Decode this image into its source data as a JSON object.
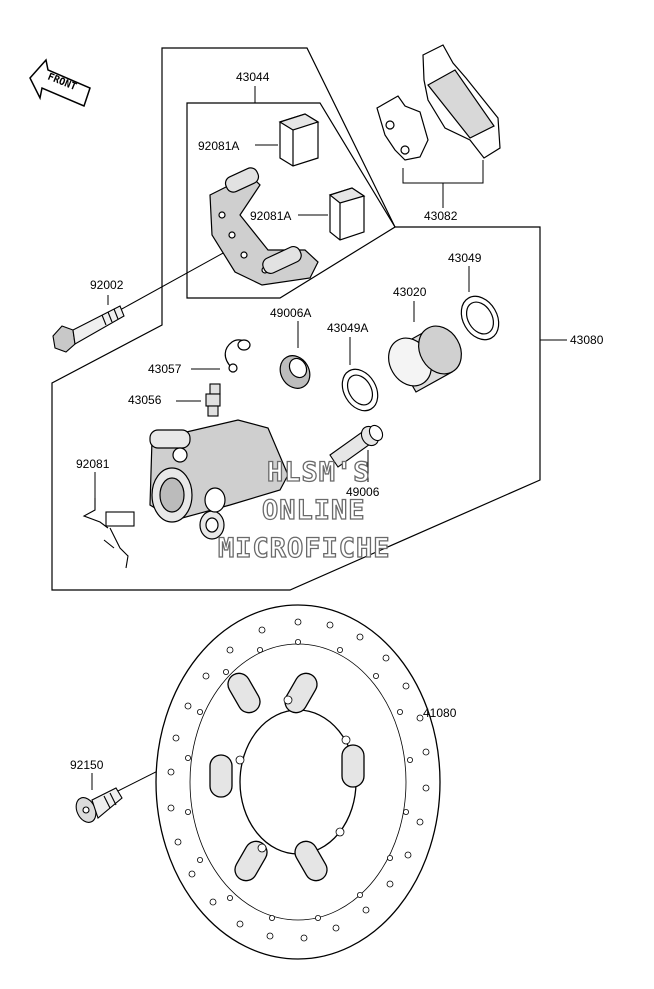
{
  "labels": {
    "l43044": "43044",
    "l92081A_1": "92081A",
    "l92081A_2": "92081A",
    "l43082": "43082",
    "l92002": "92002",
    "l49006A": "49006A",
    "l43020": "43020",
    "l43049": "43049",
    "l43049A": "43049A",
    "l43080": "43080",
    "l43057": "43057",
    "l43056": "43056",
    "l92081": "92081",
    "l49006": "49006",
    "l41080": "41080",
    "l92150": "92150"
  },
  "front_arrow": "FRONT",
  "watermark": {
    "line1": "HLSM'S",
    "line2": "ONLINE",
    "line3": "MICROFICHE"
  }
}
